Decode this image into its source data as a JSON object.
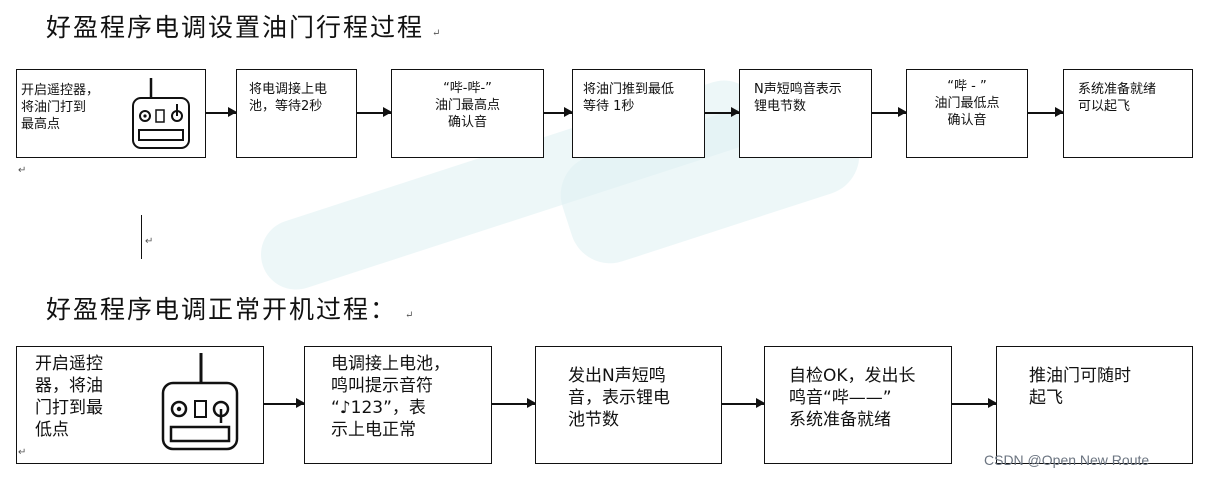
{
  "section1": {
    "title": "好盈程序电调设置油门行程过程",
    "steps": [
      "开启遥控器，\n将油门打到\n最高点",
      "将电调接上电\n池，等待2秒",
      "“哔-哔-”\n油门最高点\n确认音",
      "将油门推到最低\n等待 1秒",
      "N声短鸣音表示\n锂电节数",
      "“哔 - ”\n油门最低点\n确认音",
      "系统准备就绪\n可以起飞"
    ]
  },
  "section2": {
    "title": "好盈程序电调正常开机过程：",
    "steps": [
      "开启遥控\n器，将油\n门打到最\n低点",
      "电调接上电池，\n鸣叫提示音符\n“♪123”，表\n示上电正常",
      "发出N声短鸣\n音，表示锂电\n池节数",
      "自检OK，发出长\n鸣音“哔——”\n系统准备就绪",
      "推油门可随时\n起飞"
    ]
  },
  "icons": {
    "remote_controller": "remote-controller-icon",
    "paragraph_mark": "↵"
  },
  "footer": {
    "watermark": "CSDN @Open New Route"
  }
}
